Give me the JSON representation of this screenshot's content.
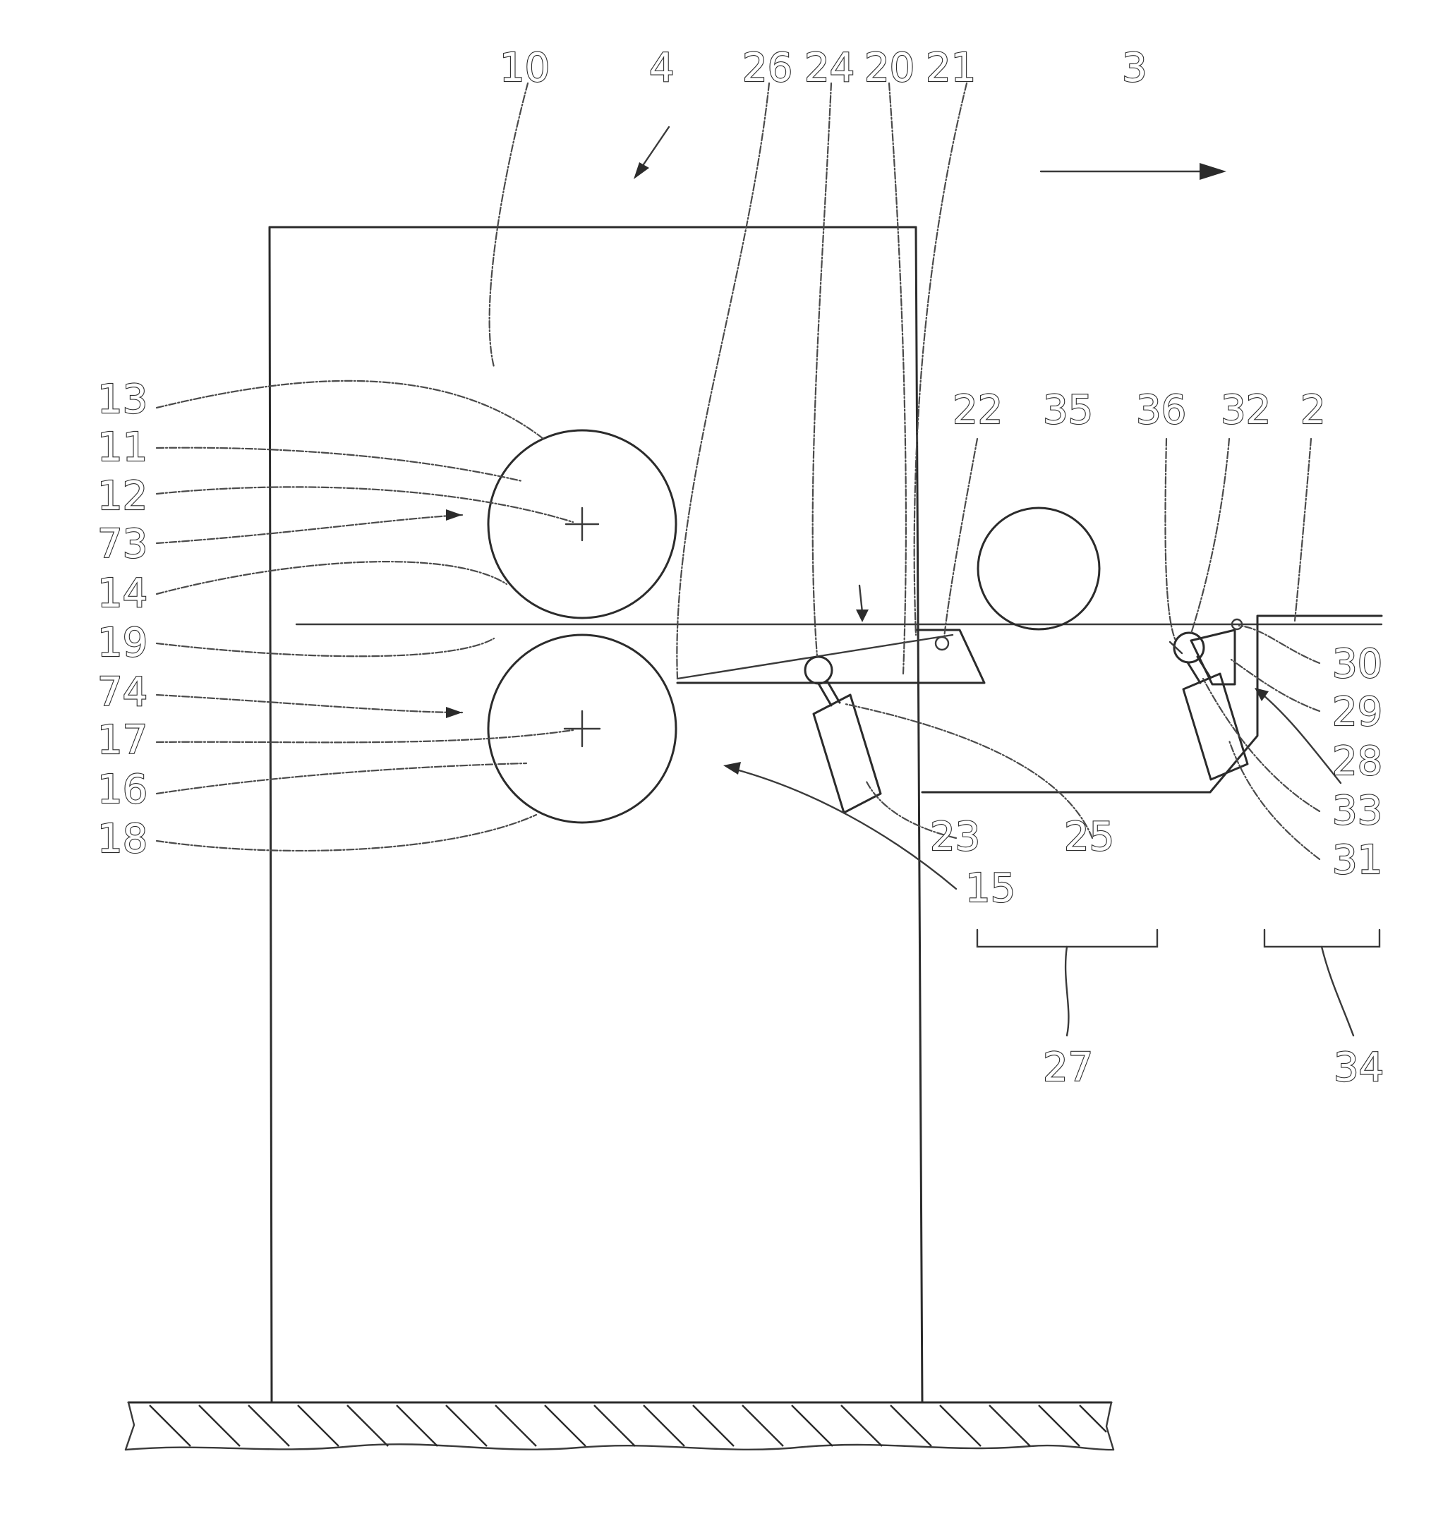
{
  "figure": {
    "colors": {
      "ink": "#2b2b2b",
      "paper": "#ffffff"
    },
    "reference_numerals": {
      "n10": "10",
      "n4": "4",
      "n26": "26",
      "n24": "24",
      "n20": "20",
      "n21": "21",
      "n3": "3",
      "n13": "13",
      "n11": "11",
      "n12": "12",
      "n73": "73",
      "n14": "14",
      "n19": "19",
      "n74": "74",
      "n17": "17",
      "n16": "16",
      "n18": "18",
      "n22": "22",
      "n35": "35",
      "n36": "36",
      "n32": "32",
      "n2": "2",
      "n30": "30",
      "n29": "29",
      "n28": "28",
      "n33": "33",
      "n31": "31",
      "n23": "23",
      "n25": "25",
      "n15": "15",
      "n27": "27",
      "n34": "34"
    }
  }
}
